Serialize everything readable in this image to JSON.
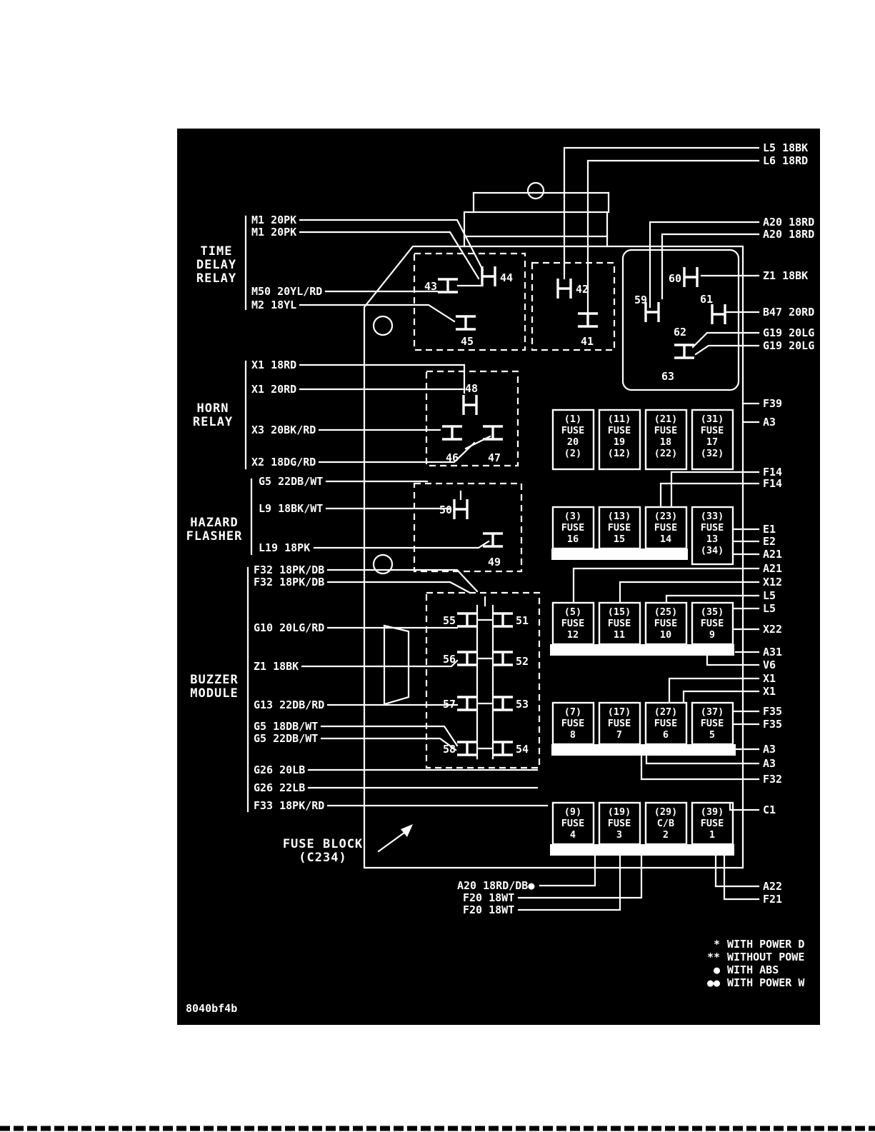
{
  "panel": {
    "code": "8040bf4b",
    "bg": "#000000",
    "fg": "#ffffff"
  },
  "sections": [
    {
      "id": "time-delay-relay",
      "lines": [
        "TIME",
        "DELAY",
        "RELAY"
      ]
    },
    {
      "id": "horn-relay",
      "lines": [
        "HORN",
        "RELAY"
      ]
    },
    {
      "id": "hazard-flasher",
      "lines": [
        "HAZARD",
        "FLASHER"
      ]
    },
    {
      "id": "buzzer-module",
      "lines": [
        "BUZZER",
        "MODULE"
      ]
    },
    {
      "id": "fuse-block",
      "lines": [
        "FUSE BLOCK",
        "(C234)"
      ]
    }
  ],
  "left_wires": [
    "M1 20PK",
    "M1 20PK",
    "M50 20YL/RD",
    "M2 18YL",
    "X1 18RD",
    "X1 20RD",
    "X3 20BK/RD",
    "X2 18DG/RD",
    "G5 22DB/WT",
    "L9 18BK/WT",
    "L19 18PK",
    "F32 18PK/DB",
    "F32 18PK/DB",
    "G10 20LG/RD",
    "Z1 18BK",
    "G13 22DB/RD",
    "G5 18DB/WT",
    "G5 22DB/WT",
    "G26 20LB",
    "G26 22LB",
    "F33 18PK/RD"
  ],
  "right_wires": [
    "L5 18BK",
    "L6 18RD",
    "A20 18RD",
    "A20 18RD",
    "Z1 18BK",
    "B47 20RD",
    "G19 20LG",
    "G19 20LG",
    "F39",
    "A3",
    "F14",
    "F14",
    "E1",
    "E2",
    "A21",
    "A21",
    "X12",
    "L5",
    "L5",
    "X22",
    "A31",
    "V6",
    "X1",
    "X1",
    "F35",
    "F35",
    "A3",
    "A3",
    "F32",
    "C1",
    "A22",
    "F21"
  ],
  "bottom_wires": [
    "A20 18RD/DB●",
    "F20 18WT",
    "F20 18WT"
  ],
  "terminals": {
    "t41": "41",
    "t42": "42",
    "t43": "43",
    "t44": "44",
    "t45": "45",
    "t46": "46",
    "t47": "47",
    "t48": "48",
    "t49": "49",
    "t50": "50",
    "t51": "51",
    "t52": "52",
    "t53": "53",
    "t54": "54",
    "t55": "55",
    "t56": "56",
    "t57": "57",
    "t58": "58",
    "t59": "59",
    "t60": "60",
    "t61": "61",
    "t62": "62",
    "t63": "63"
  },
  "fuse_rows": [
    [
      [
        "(1)",
        "FUSE",
        "20",
        "(2)"
      ],
      [
        "(11)",
        "FUSE",
        "19",
        "(12)"
      ],
      [
        "(21)",
        "FUSE",
        "18",
        "(22)"
      ],
      [
        "(31)",
        "FUSE",
        "17",
        "(32)"
      ]
    ],
    [
      [
        "(3)",
        "FUSE",
        "16"
      ],
      [
        "(13)",
        "FUSE",
        "15"
      ],
      [
        "(23)",
        "FUSE",
        "14"
      ],
      [
        "(33)",
        "FUSE",
        "13",
        "(34)"
      ]
    ],
    [
      [
        "(5)",
        "FUSE",
        "12"
      ],
      [
        "(15)",
        "FUSE",
        "11"
      ],
      [
        "(25)",
        "FUSE",
        "10"
      ],
      [
        "(35)",
        "FUSE",
        "9"
      ]
    ],
    [
      [
        "(7)",
        "FUSE",
        "8"
      ],
      [
        "(17)",
        "FUSE",
        "7"
      ],
      [
        "(27)",
        "FUSE",
        "6"
      ],
      [
        "(37)",
        "FUSE",
        "5"
      ]
    ],
    [
      [
        "(9)",
        "FUSE",
        "4"
      ],
      [
        "(19)",
        "FUSE",
        "3"
      ],
      [
        "(29)",
        "C/B",
        "2"
      ],
      [
        "(39)",
        "FUSE",
        "1"
      ]
    ]
  ],
  "legend": [
    {
      "sym": "*",
      "text": "WITH POWER D"
    },
    {
      "sym": "**",
      "text": "WITHOUT POWE"
    },
    {
      "sym": "●",
      "text": "WITH ABS"
    },
    {
      "sym": "●●",
      "text": "WITH POWER W"
    }
  ]
}
